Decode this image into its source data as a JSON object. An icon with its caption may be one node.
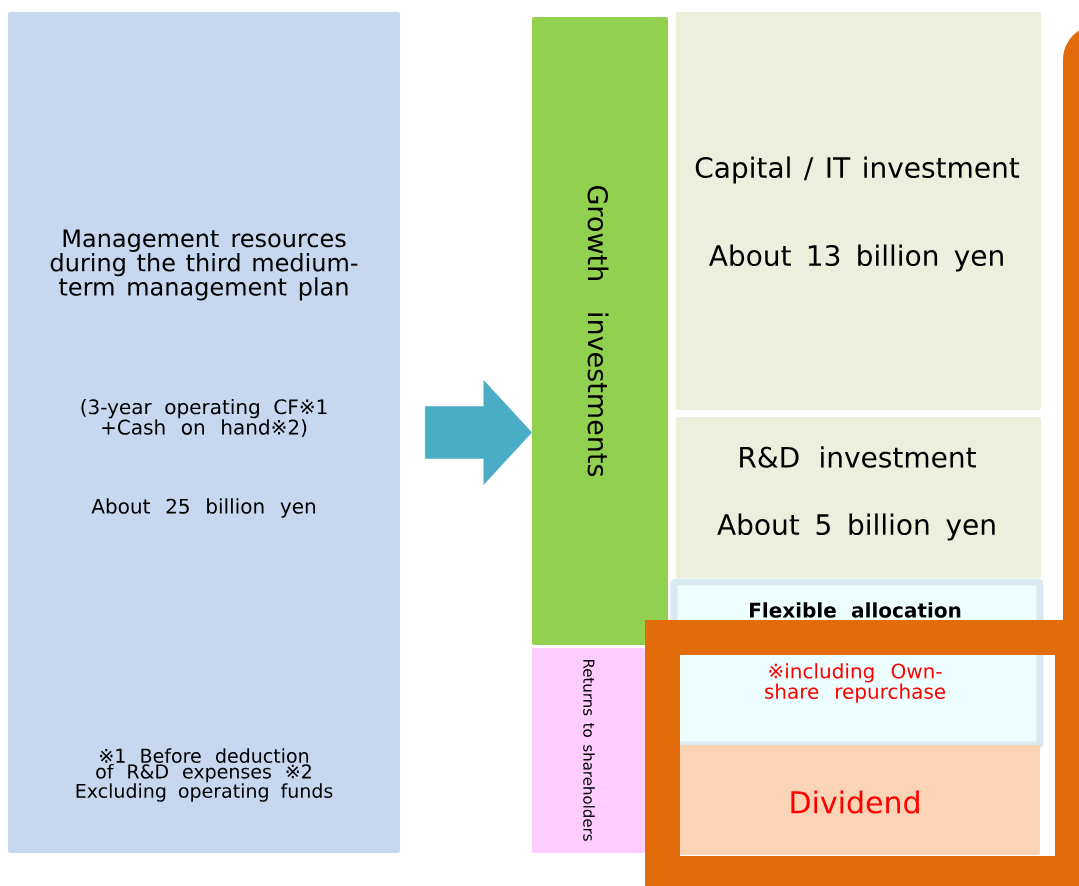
{
  "diagram": {
    "nodes": [
      {
        "text": [
          "Management resources during the third medium-term management plan",
          "(3-year operating CF※1 +Cash on hand※2)",
          "About 25 billion yen",
          "※1 Before deduction of R&D expenses ※2 Excluding operating funds"
        ]
      },
      {
        "text": [
          "Growth investments"
        ]
      },
      {
        "text": [
          "Capital / IT investment",
          "About 13 billion yen"
        ]
      },
      {
        "text": [
          "R&D investment",
          "About 5 billion yen"
        ]
      },
      {
        "text": [
          "Flexible allocation",
          "※including Own-share repurchase"
        ]
      },
      {
        "text": [
          "Returns to shareholders"
        ]
      },
      {
        "text": [
          "Dividend"
        ]
      }
    ],
    "edges": [
      {
        "from": 0,
        "to": 1,
        "arrow": "to"
      }
    ]
  }
}
